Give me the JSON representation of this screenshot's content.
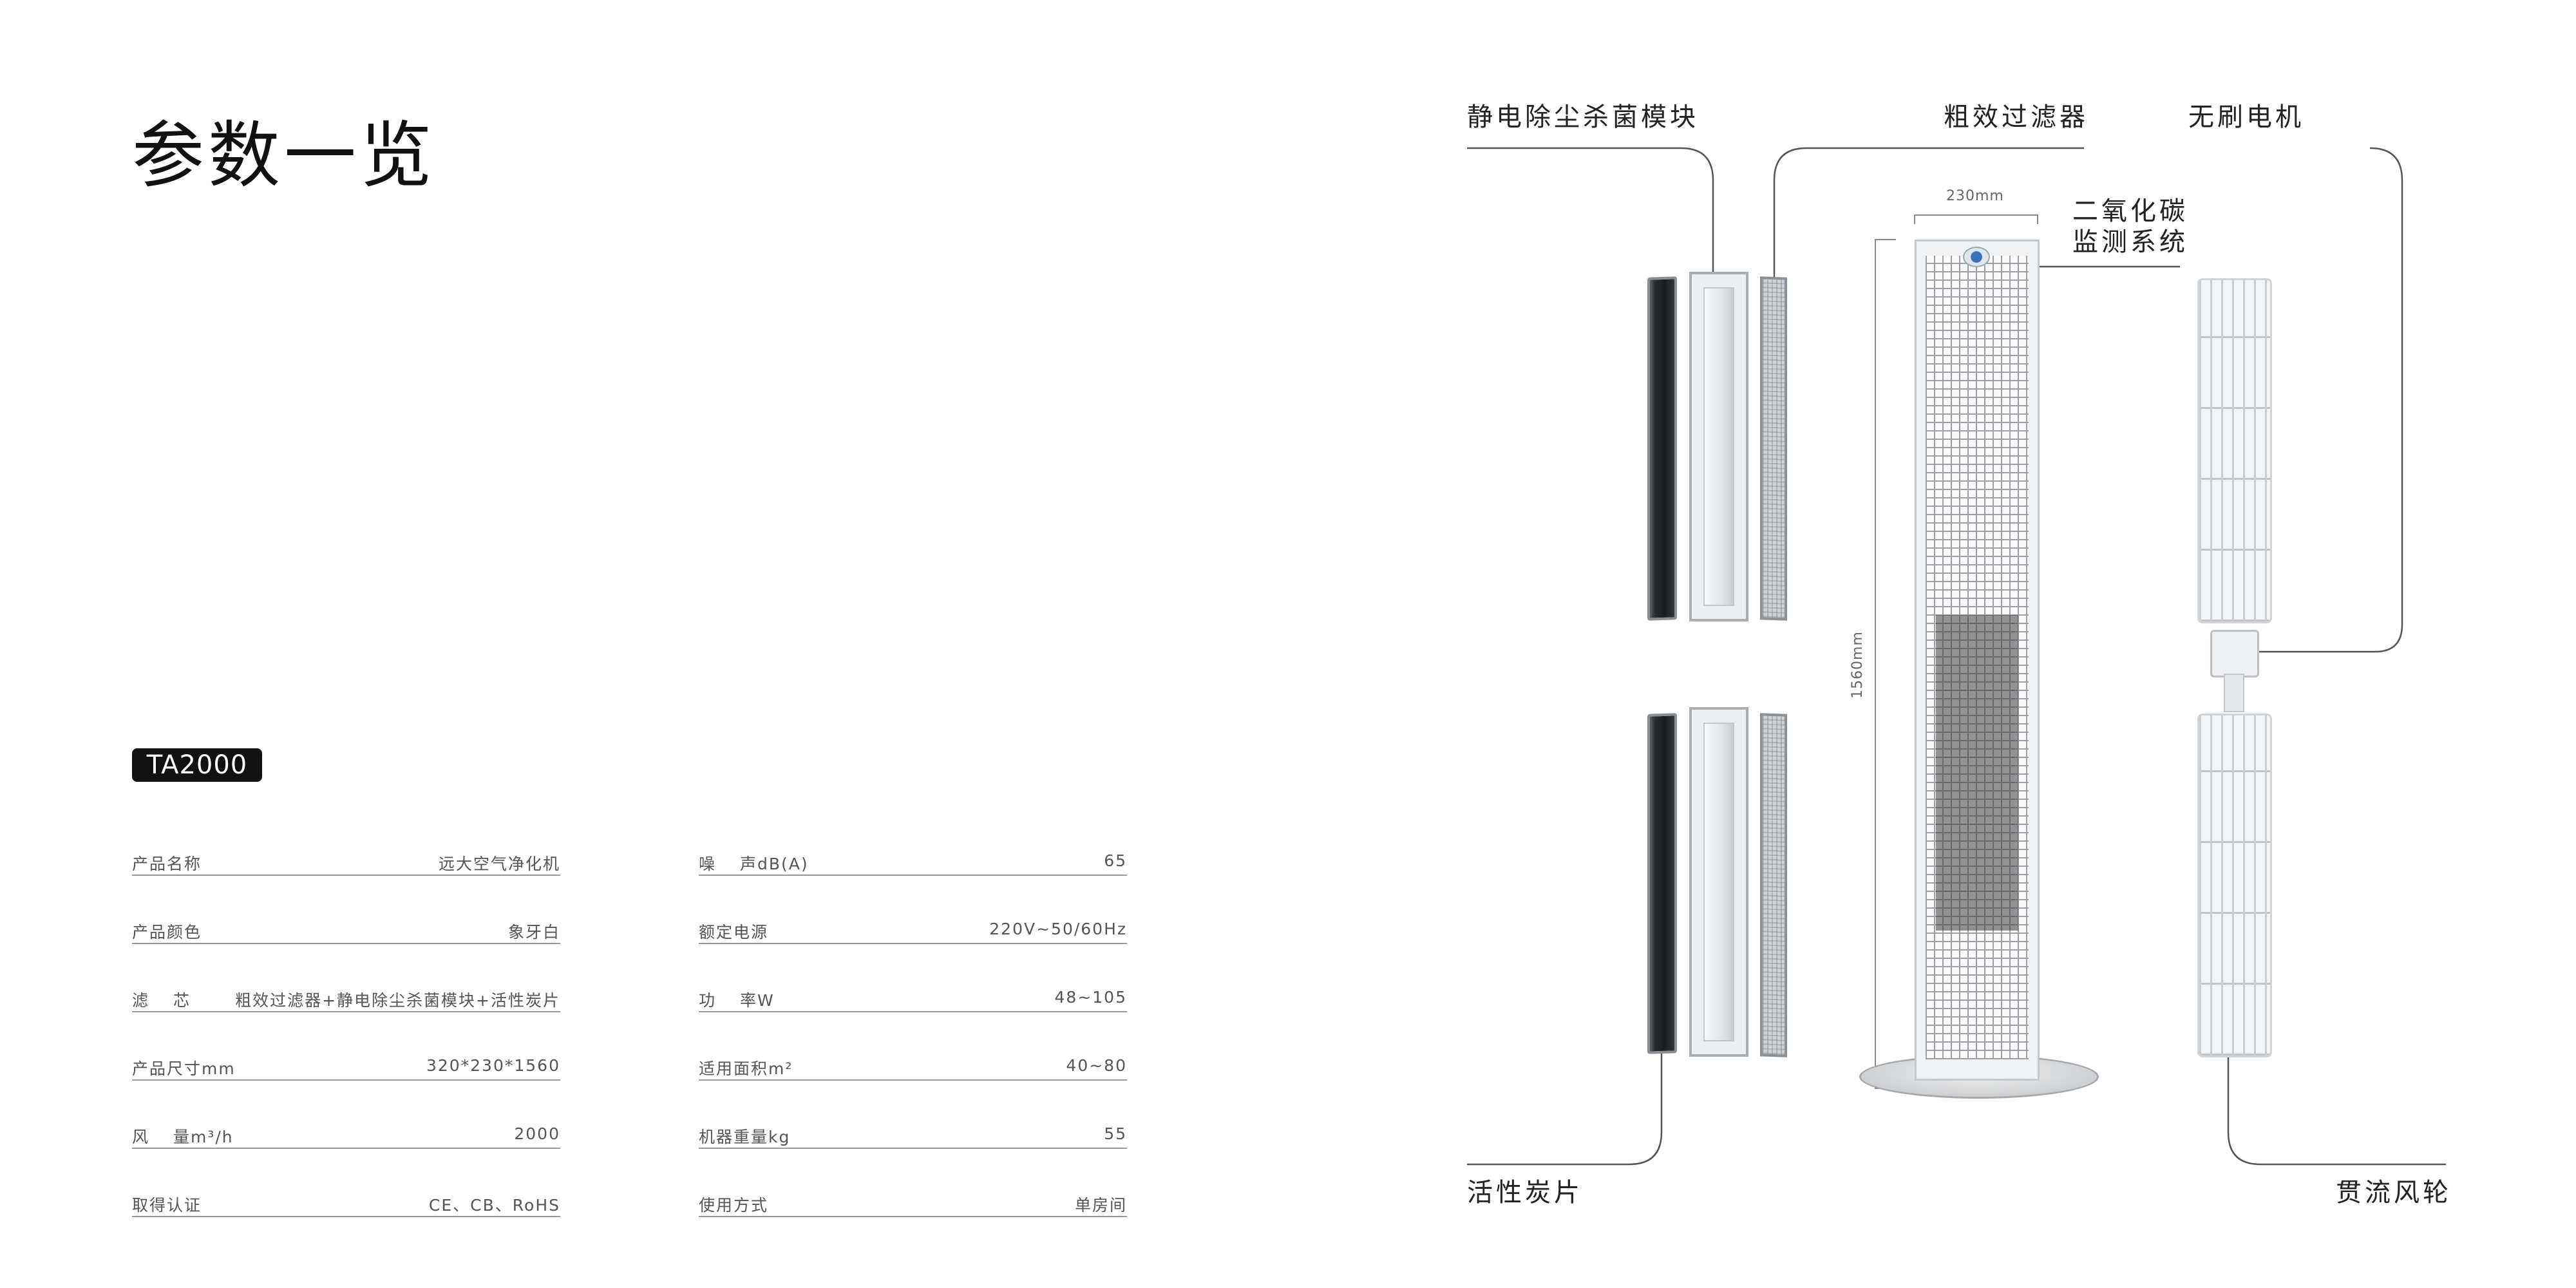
{
  "page": {
    "title": "参数一览",
    "model": "TA2000"
  },
  "specs": {
    "left": [
      {
        "label": "产品名称",
        "value": "远大空气净化机"
      },
      {
        "label": "产品颜色",
        "value": "象牙白"
      },
      {
        "label": "滤　 芯",
        "value": "粗效过滤器+静电除尘杀菌模块+活性炭片"
      },
      {
        "label": "产品尺寸mm",
        "value": "320*230*1560"
      },
      {
        "label": "风　 量m³/h",
        "value": "2000"
      },
      {
        "label": "取得认证",
        "value": "CE、CB、RoHS"
      }
    ],
    "right": [
      {
        "label": "噪　 声dB(A)",
        "value": "65"
      },
      {
        "label": "额定电源",
        "value": "220V~50/60Hz"
      },
      {
        "label": "功　 率W",
        "value": "48~105"
      },
      {
        "label": "适用面积m²",
        "value": "40~80"
      },
      {
        "label": "机器重量kg",
        "value": "55"
      },
      {
        "label": "使用方式",
        "value": "单房间"
      }
    ]
  },
  "diagram": {
    "labels": {
      "electrostatic_module": "静电除尘杀菌模块",
      "coarse_filter": "粗效过滤器",
      "brushless_motor": "无刷电机",
      "co2_monitor_line1": "二氧化碳",
      "co2_monitor_line2": "监测系统",
      "activated_carbon": "活性炭片",
      "crossflow_fan": "贯流风轮"
    },
    "dimensions": {
      "width": "230mm",
      "height": "1560mm"
    }
  },
  "colors": {
    "badge_bg": "#111111",
    "rule": "#9a9a9a",
    "callout_line": "#555555"
  }
}
